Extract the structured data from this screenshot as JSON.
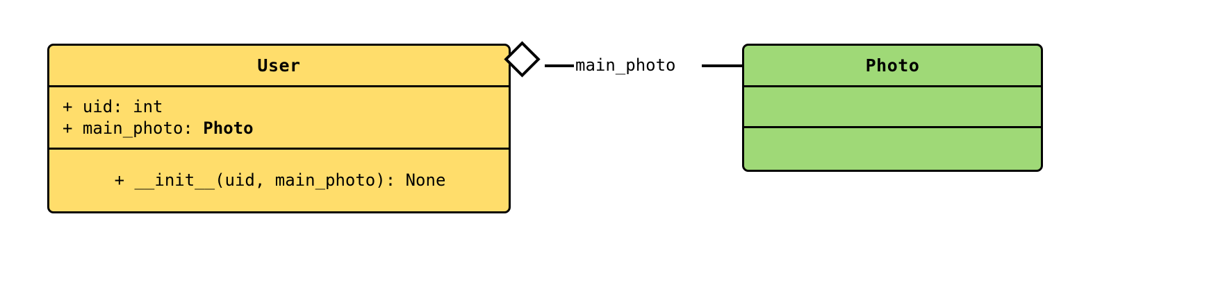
{
  "diagram": {
    "type": "uml-class-diagram",
    "background_color": "#ffffff",
    "classes": [
      {
        "id": "user",
        "name": "User",
        "fill_color": "#ffdd6b",
        "border_color": "#000000",
        "attributes": [
          {
            "text": "+ uid: int",
            "prefix": "+ uid: ",
            "type_name": ""
          },
          {
            "text": "+ main_photo: Photo",
            "prefix": "+ main_photo: ",
            "type_name": "Photo"
          }
        ],
        "operations": [
          {
            "text": "+ __init__(uid, main_photo): None"
          }
        ]
      },
      {
        "id": "photo",
        "name": "Photo",
        "fill_color": "#9fd977",
        "border_color": "#000000",
        "attributes": [],
        "operations": []
      }
    ],
    "relationship": {
      "kind": "aggregation",
      "label": "main_photo",
      "source": "User",
      "target": "Photo",
      "marker": "hollow-diamond"
    }
  }
}
